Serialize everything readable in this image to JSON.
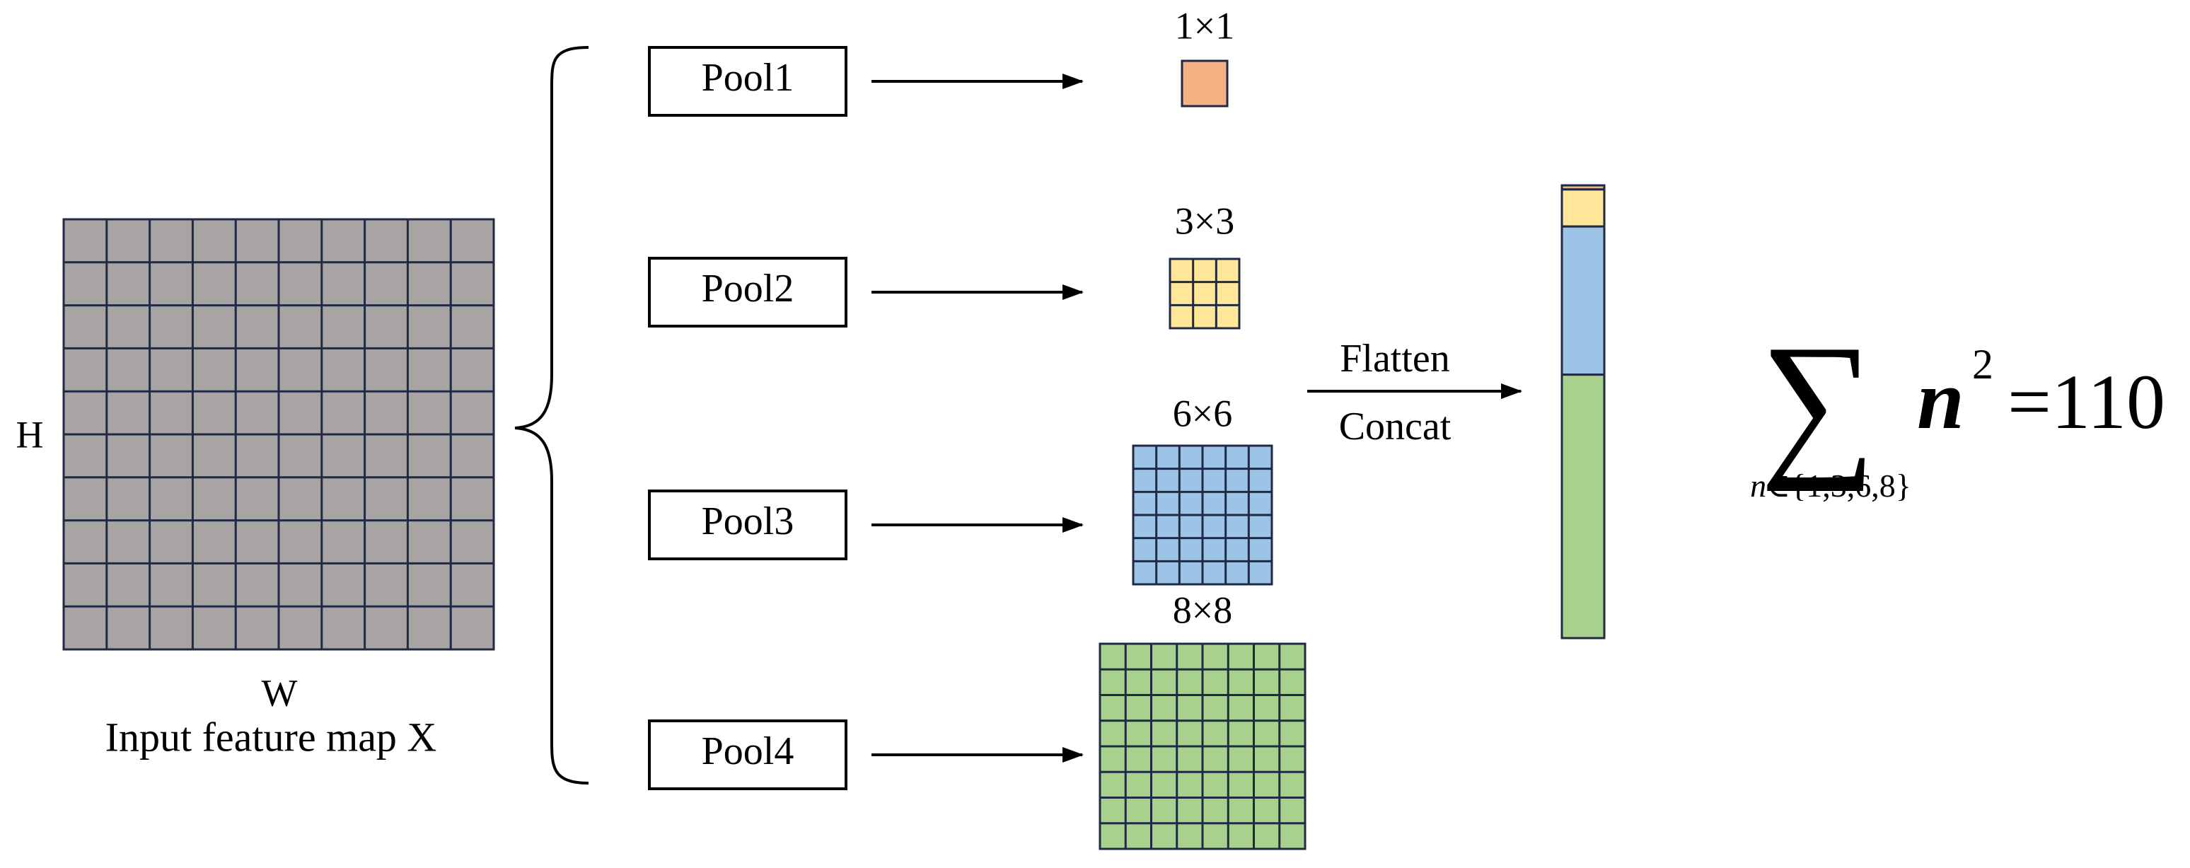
{
  "input": {
    "height_label": "H",
    "width_label": "W",
    "caption": "Input feature map X",
    "grid_rows": 10,
    "grid_cols": 10,
    "color": "#a8a4a3"
  },
  "pools": [
    {
      "label": "Pool1",
      "output_size": 1,
      "output_label": "1×1",
      "color": "#f4b183"
    },
    {
      "label": "Pool2",
      "output_size": 3,
      "output_label": "3×3",
      "color": "#ffe699"
    },
    {
      "label": "Pool3",
      "output_size": 6,
      "output_label": "6×6",
      "color": "#9dc3e6"
    },
    {
      "label": "Pool4",
      "output_size": 8,
      "output_label": "8×8",
      "color": "#a9d18e"
    }
  ],
  "flatten": {
    "top_label": "Flatten",
    "bottom_label": "Concat"
  },
  "formula": {
    "operator": "∑",
    "subscript_var": "n",
    "subscript_set": "∈{1,3,6,8}",
    "term_base": "n",
    "term_exponent": "2",
    "result": "=110"
  },
  "colors": {
    "grid_line": "#1f2a44",
    "box_border": "#000000"
  }
}
